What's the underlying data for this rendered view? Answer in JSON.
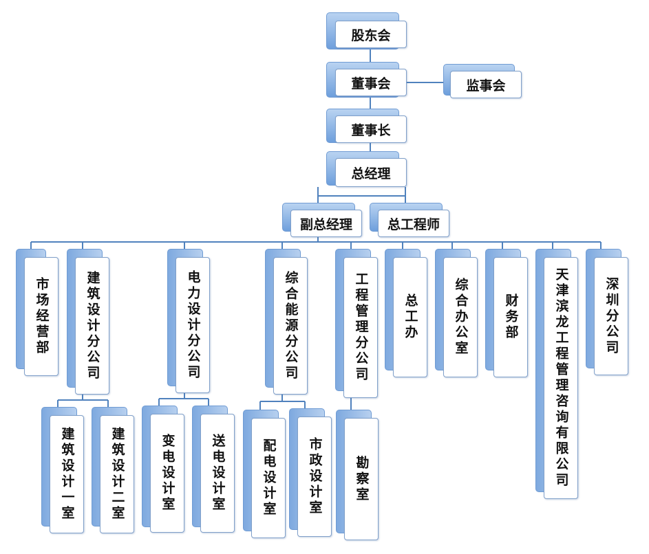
{
  "org_chart": {
    "shareholders": "股东会",
    "board": "董事会",
    "supervisors": "监事会",
    "chairman": "董事长",
    "general_manager": "总经理",
    "deputy_gm": "副总经理",
    "chief_engineer": "总工程师",
    "departments": {
      "market": "市场经营部",
      "architecture_branch": "建筑设计分公司",
      "electric_branch": "电力设计分公司",
      "energy_branch": "综合能源分公司",
      "engineering_branch": "工程管理分公司",
      "chief_office": "总工办",
      "admin_office": "综合办公室",
      "finance": "财务部",
      "tianjin_binlong": "天津滨龙工程管理咨询有限公司",
      "shenzhen_branch": "深圳分公司"
    },
    "sub_units": {
      "arch_room1": "建筑设计一室",
      "arch_room2": "建筑设计二室",
      "substation_room": "变电设计室",
      "transmission_room": "送电设计室",
      "distribution_room": "配电设计室",
      "municipal_room": "市政设计室",
      "survey_room": "勘察室"
    },
    "colors": {
      "line": "#4f81bd",
      "box_back_light": "#b9d3f1",
      "box_back_dark": "#6e9fdc",
      "box_border": "#7f9fc9"
    }
  }
}
